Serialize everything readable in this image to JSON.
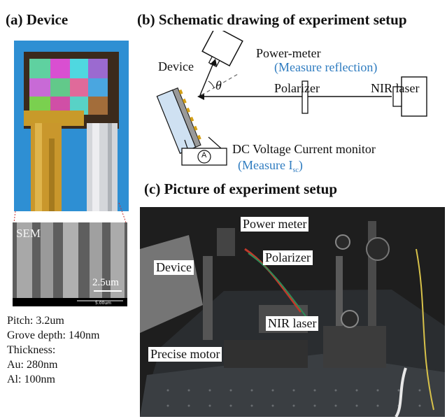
{
  "panel_a": {
    "title": "(a) Device",
    "sem_label": "SEM",
    "scale_bar": "2.5um",
    "scale_small": "5.00um",
    "specs": [
      "Pitch: 3.2um",
      "Grove depth: 140nm",
      "Thickness:",
      "Au: 280nm",
      "Al: 100nm"
    ]
  },
  "panel_b": {
    "title": "(b) Schematic drawing of experiment setup",
    "device": "Device",
    "power_meter": "Power-meter",
    "measure_reflection": "(Measure reflection)",
    "theta": "θ",
    "polarizer": "Polarizer",
    "nir_laser": "NIR laser",
    "ammeter": "A",
    "dc_monitor": "DC Voltage Current monitor",
    "measure_isc": "(Measure I",
    "measure_isc_sub": "sc",
    "measure_isc_end": ")"
  },
  "panel_c": {
    "title": "(c) Picture of experiment setup",
    "labels": {
      "power_meter": "Power meter",
      "polarizer": "Polarizer",
      "device": "Device",
      "nir_laser": "NIR laser",
      "precise_motor": "Precise motor"
    }
  },
  "colors": {
    "text": "#111111",
    "accent_blue": "#2f7cc0",
    "gold": "#d4a017"
  }
}
